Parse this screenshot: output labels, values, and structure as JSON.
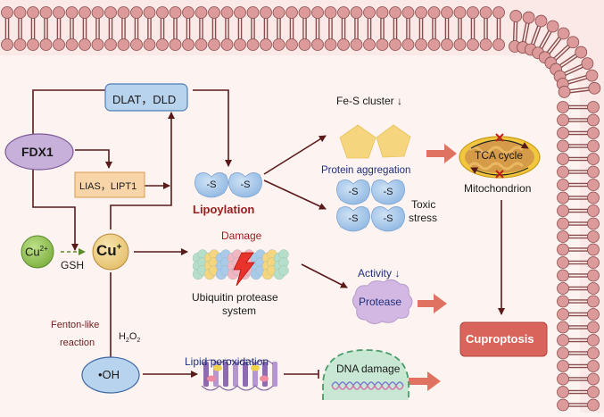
{
  "title": "Cuproptosis mechanism diagram",
  "nodes": {
    "fdx1": "FDX1",
    "dlat_dld": "DLAT，DLD",
    "lias_lipt1": "LIAS，LIPT1",
    "lipoyl_s": "-S",
    "lipoylation": "Lipoylation",
    "fes_cluster": "Fe-S cluster ↓",
    "protein_aggregation": "Protein aggregation",
    "toxic_stress_line1": "Toxic",
    "toxic_stress_line2": "stress",
    "tca_cycle": "TCA cycle",
    "mitochondrion": "Mitochondrion",
    "cu2_base": "Cu",
    "cu2_sup": "2+",
    "cu1_base": "Cu",
    "cu1_sup": "+",
    "gsh": "GSH",
    "damage": "Damage",
    "ups_line1": "Ubiquitin protease",
    "ups_line2": "system",
    "activity": "Activity ↓",
    "protease": "Protease",
    "fenton_line1": "Fenton-like",
    "fenton_line2": "reaction",
    "h2o2_h": "H",
    "h2o2_sub1": "2",
    "h2o2_o": "O",
    "h2o2_sub2": "2",
    "oh_radical": "•OH",
    "lipid_peroxidation": "Lipid peroxidation",
    "dna_damage": "DNA damage",
    "cuproptosis": "Cuproptosis"
  },
  "colors": {
    "background": "#fdf4f1",
    "membrane_head": "#dc9a9a",
    "membrane_outline": "#8a4d4d",
    "arrow_dark": "#5a1a1a",
    "big_arrow": "#e07262",
    "fdx1_fill": "#c7b0d9",
    "blue_box": "#b8d3ee",
    "orange_box": "#f8d5a8",
    "lipoylation_text": "#9b1c1c",
    "cu2_fill": "#98c85a",
    "cu1_fill": "#f1d48a",
    "cuproptosis_fill": "#d9645b",
    "dna_fill": "#c8e8d4",
    "protease_fill": "#d2b8e2",
    "text_blue": "#1f2f7a"
  }
}
